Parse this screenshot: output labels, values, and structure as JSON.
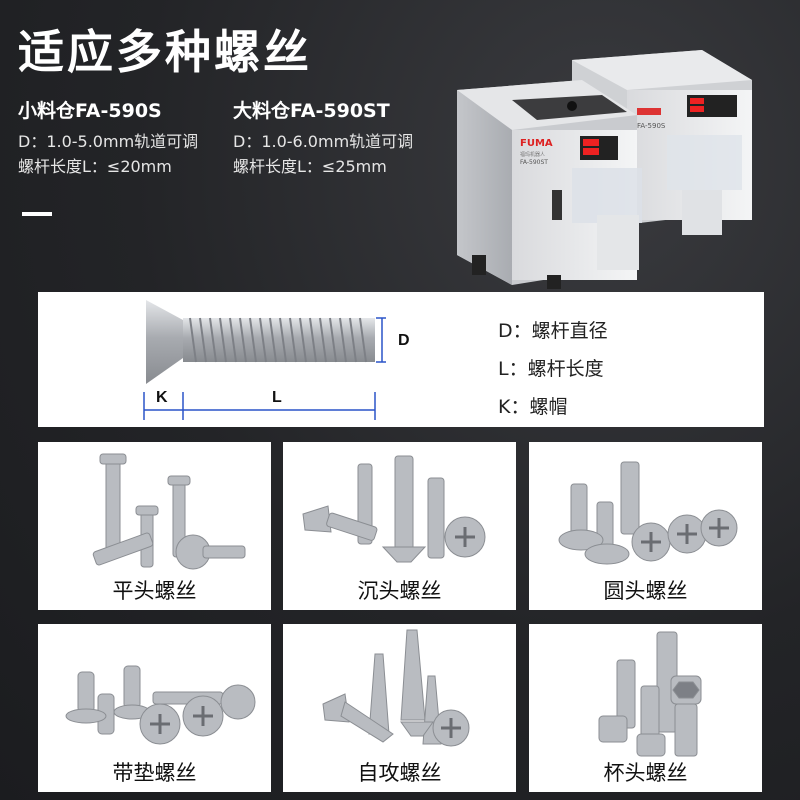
{
  "headline": "适应多种螺丝",
  "specs": [
    {
      "name": "小料仓FA-590S",
      "diameter": "D：1.0-5.0mm轨道可调",
      "length": "螺杆长度L：≤20mm"
    },
    {
      "name": "大料仓FA-590ST",
      "diameter": "D：1.0-6.0mm轨道可调",
      "length": "螺杆长度L：≤25mm"
    }
  ],
  "machine": {
    "brand": "FUMA",
    "sub_brand": "福玛机器人",
    "model_front": "FA-590ST",
    "model_back": "FA-590S"
  },
  "diagram": {
    "dim_d": "D",
    "dim_k": "K",
    "dim_l": "L",
    "legend": [
      "D：螺杆直径",
      "L：螺杆长度",
      "K：螺帽"
    ]
  },
  "screw_types": [
    {
      "label": "平头螺丝"
    },
    {
      "label": "沉头螺丝"
    },
    {
      "label": "圆头螺丝"
    },
    {
      "label": "带垫螺丝"
    },
    {
      "label": "自攻螺丝"
    },
    {
      "label": "杯头螺丝"
    }
  ],
  "colors": {
    "background": "#1f2023",
    "panel": "#ffffff",
    "metal": "#b9bcc1"
  }
}
